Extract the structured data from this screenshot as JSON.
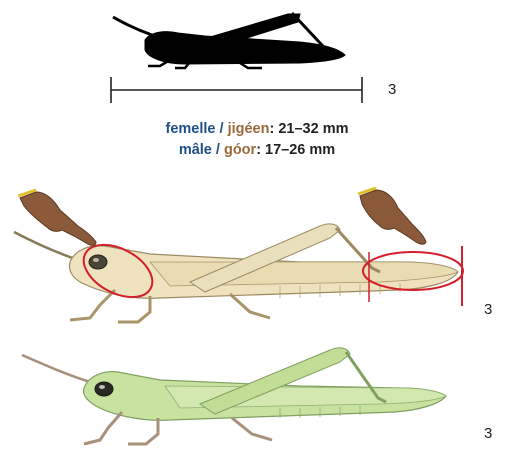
{
  "scale_number_top": "3",
  "sizes": {
    "female_fr": "femelle",
    "separator": "/",
    "female_wo": "jigéen",
    "female_range": ": 21–32 mm",
    "male_fr": "mâle",
    "male_wo": "góor",
    "male_range": ": 17–26 mm"
  },
  "plate_numbers": {
    "upper": "3",
    "lower": "3"
  },
  "colors": {
    "fr_text": "#1f4f86",
    "wolof_text": "#9a6a3c",
    "highlight_ellipse": "#d21f2a",
    "female_body": "#efe3bf",
    "male_body": "#c8e2a0"
  },
  "icons": [
    "grasshopper-silhouette-icon",
    "pointing-hand-icon",
    "pointing-hand-icon"
  ]
}
